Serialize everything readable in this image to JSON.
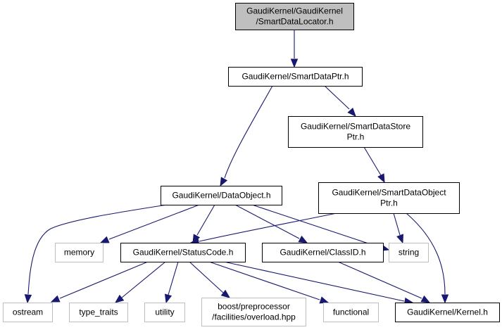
{
  "diagram": {
    "type": "include-dependency-graph",
    "colors": {
      "edge": "#191970",
      "root_fill": "#bfbfbf",
      "documented_border": "#000000",
      "external_border": "#bfbfbf",
      "node_fill": "#ffffff"
    },
    "nodes": [
      {
        "id": "root",
        "lines": [
          "GaudiKernel/GaudiKernel",
          "/SmartDataLocator.h"
        ],
        "kind": "root"
      },
      {
        "id": "smartdataptr",
        "lines": [
          "GaudiKernel/SmartDataPtr.h"
        ],
        "kind": "documented"
      },
      {
        "id": "smartdatastoreptr",
        "lines": [
          "GaudiKernel/SmartDataStore",
          "Ptr.h"
        ],
        "kind": "documented"
      },
      {
        "id": "dataobject",
        "lines": [
          "GaudiKernel/DataObject.h"
        ],
        "kind": "documented"
      },
      {
        "id": "smartdataobjectptr",
        "lines": [
          "GaudiKernel/SmartDataObject",
          "Ptr.h"
        ],
        "kind": "documented"
      },
      {
        "id": "memory",
        "lines": [
          "memory"
        ],
        "kind": "external"
      },
      {
        "id": "statuscode",
        "lines": [
          "GaudiKernel/StatusCode.h"
        ],
        "kind": "documented"
      },
      {
        "id": "classid",
        "lines": [
          "GaudiKernel/ClassID.h"
        ],
        "kind": "documented"
      },
      {
        "id": "string",
        "lines": [
          "string"
        ],
        "kind": "external"
      },
      {
        "id": "ostream",
        "lines": [
          "ostream"
        ],
        "kind": "external"
      },
      {
        "id": "type_traits",
        "lines": [
          "type_traits"
        ],
        "kind": "external"
      },
      {
        "id": "utility",
        "lines": [
          "utility"
        ],
        "kind": "external"
      },
      {
        "id": "boost_overload",
        "lines": [
          "boost/preprocessor",
          "/facilities/overload.hpp"
        ],
        "kind": "external"
      },
      {
        "id": "functional",
        "lines": [
          "functional"
        ],
        "kind": "external"
      },
      {
        "id": "kernel",
        "lines": [
          "GaudiKernel/Kernel.h"
        ],
        "kind": "documented"
      }
    ],
    "edges": [
      {
        "from": "root",
        "to": "smartdataptr"
      },
      {
        "from": "smartdataptr",
        "to": "smartdatastoreptr"
      },
      {
        "from": "smartdataptr",
        "to": "dataobject"
      },
      {
        "from": "smartdatastoreptr",
        "to": "smartdataobjectptr"
      },
      {
        "from": "dataobject",
        "to": "ostream"
      },
      {
        "from": "dataobject",
        "to": "memory"
      },
      {
        "from": "dataobject",
        "to": "statuscode"
      },
      {
        "from": "dataobject",
        "to": "classid"
      },
      {
        "from": "dataobject",
        "to": "string"
      },
      {
        "from": "smartdataobjectptr",
        "to": "statuscode"
      },
      {
        "from": "smartdataobjectptr",
        "to": "string"
      },
      {
        "from": "smartdataobjectptr",
        "to": "kernel"
      },
      {
        "from": "statuscode",
        "to": "ostream"
      },
      {
        "from": "statuscode",
        "to": "type_traits"
      },
      {
        "from": "statuscode",
        "to": "utility"
      },
      {
        "from": "statuscode",
        "to": "boost_overload"
      },
      {
        "from": "statuscode",
        "to": "functional"
      },
      {
        "from": "statuscode",
        "to": "kernel"
      },
      {
        "from": "classid",
        "to": "kernel"
      }
    ]
  }
}
